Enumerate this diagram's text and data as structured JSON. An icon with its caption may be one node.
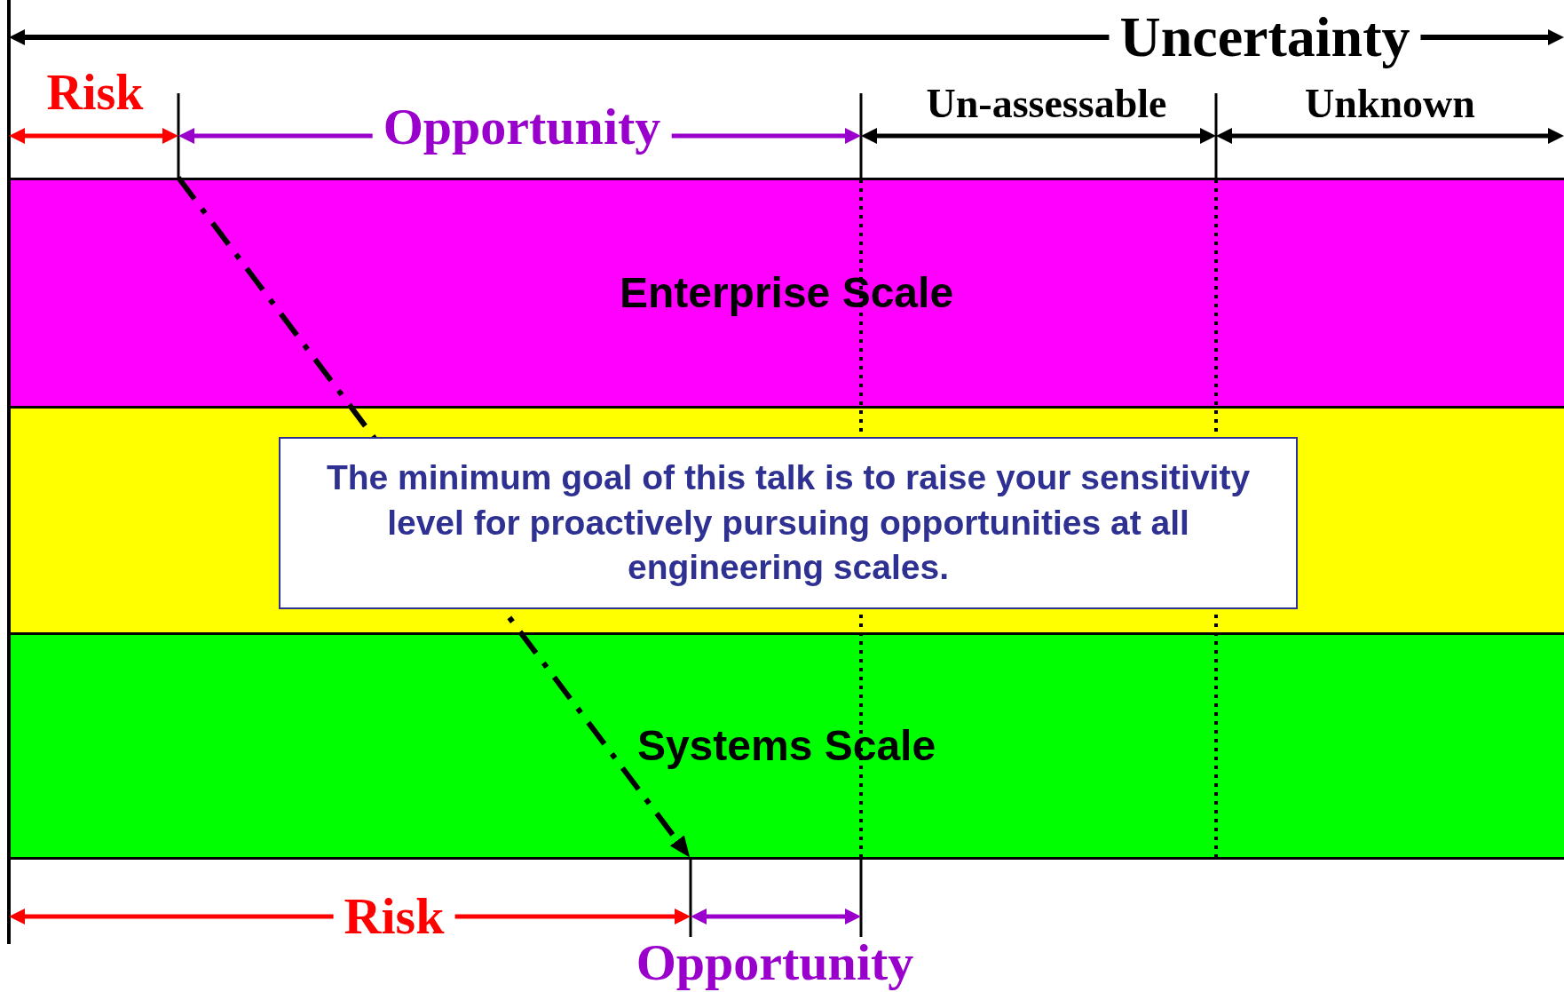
{
  "diagram": {
    "nodes": [
      {
        "text": [
          "Enterprise Scale"
        ]
      },
      {
        "text": [],
        "shape": "box"
      },
      {
        "text": [
          "The minimum goal of this talk is to raise your sensitivity level for proactively pursuing opportunities at all engineering scales."
        ],
        "in": 1
      },
      {
        "text": [
          "Systems Scale"
        ]
      }
    ],
    "labels": [
      "Uncertainty",
      "Risk",
      "Opportunity",
      "Un-assessable",
      "Unknown",
      "Risk",
      "Opportunity"
    ]
  }
}
